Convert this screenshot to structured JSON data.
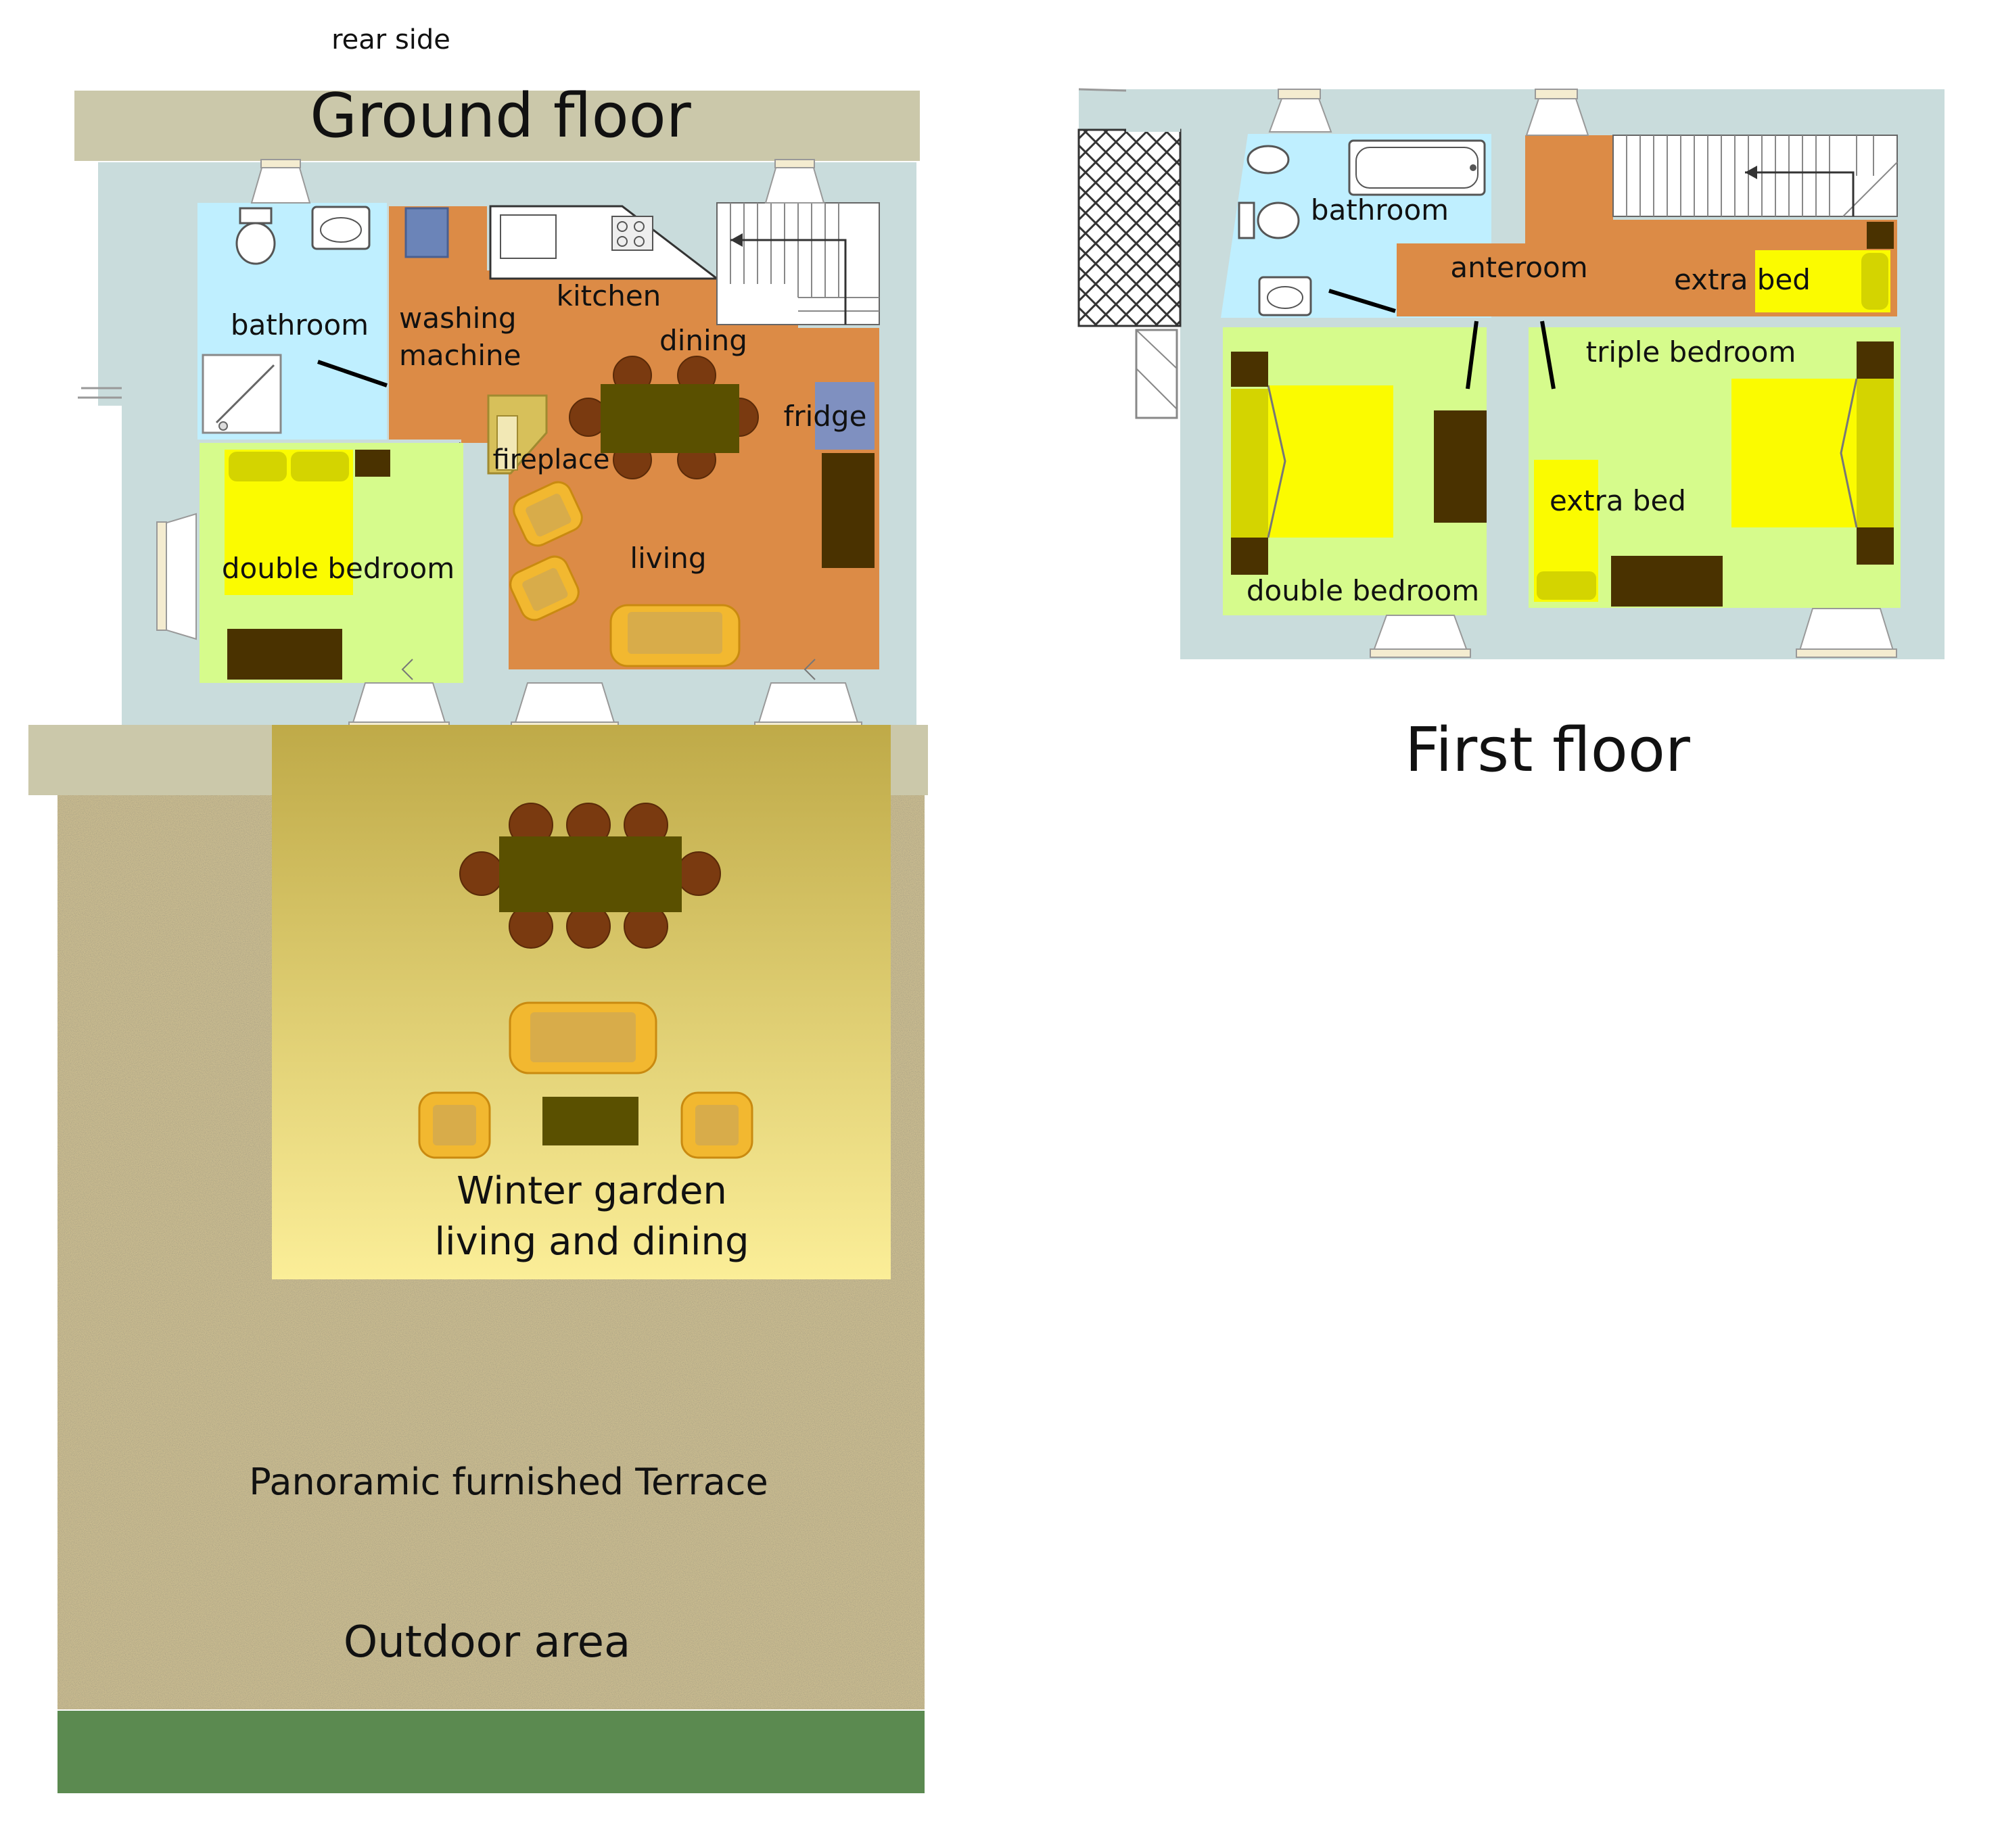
{
  "page": {
    "rear_side_label": "rear side"
  },
  "ground_floor": {
    "title": "Ground floor",
    "rooms": {
      "bathroom": "bathroom",
      "washing_machine_line1": "washing",
      "washing_machine_line2": "machine",
      "kitchen": "kitchen",
      "dining": "dining",
      "fridge": "fridge",
      "fireplace": "fireplace",
      "living": "living",
      "double_bedroom": "double bedroom"
    },
    "winter_garden_line1": "Winter garden",
    "winter_garden_line2": "living and dining",
    "terrace": "Panoramic furnished Terrace",
    "outdoor": "Outdoor area"
  },
  "first_floor": {
    "title": "First floor",
    "rooms": {
      "bathroom": "bathroom",
      "anteroom": "anteroom",
      "extra_bed_top": "extra bed",
      "triple_bedroom": "triple bedroom",
      "extra_bed_left": "extra bed",
      "double_bedroom": "double bedroom"
    }
  },
  "colors": {
    "wall": "#c9dcdc",
    "bathroom": "#bfefff",
    "living_area": "#dc8b46",
    "bedroom": "#d6fb8c",
    "bed": "#fbfb00",
    "pillow": "#d4d400",
    "furniture": "#4a3200",
    "table": "#5a5000",
    "chair": "#7a3a10",
    "armchair": "#f2b830",
    "cushion": "#d8ac4a",
    "fridge": "#7f90c0",
    "beam": "#cbc8aa",
    "terrace": "#c9bb8f",
    "grass": "#5b8a50",
    "winter_garden_top": "#bfaa48",
    "winter_garden_bottom": "#fbee98"
  }
}
